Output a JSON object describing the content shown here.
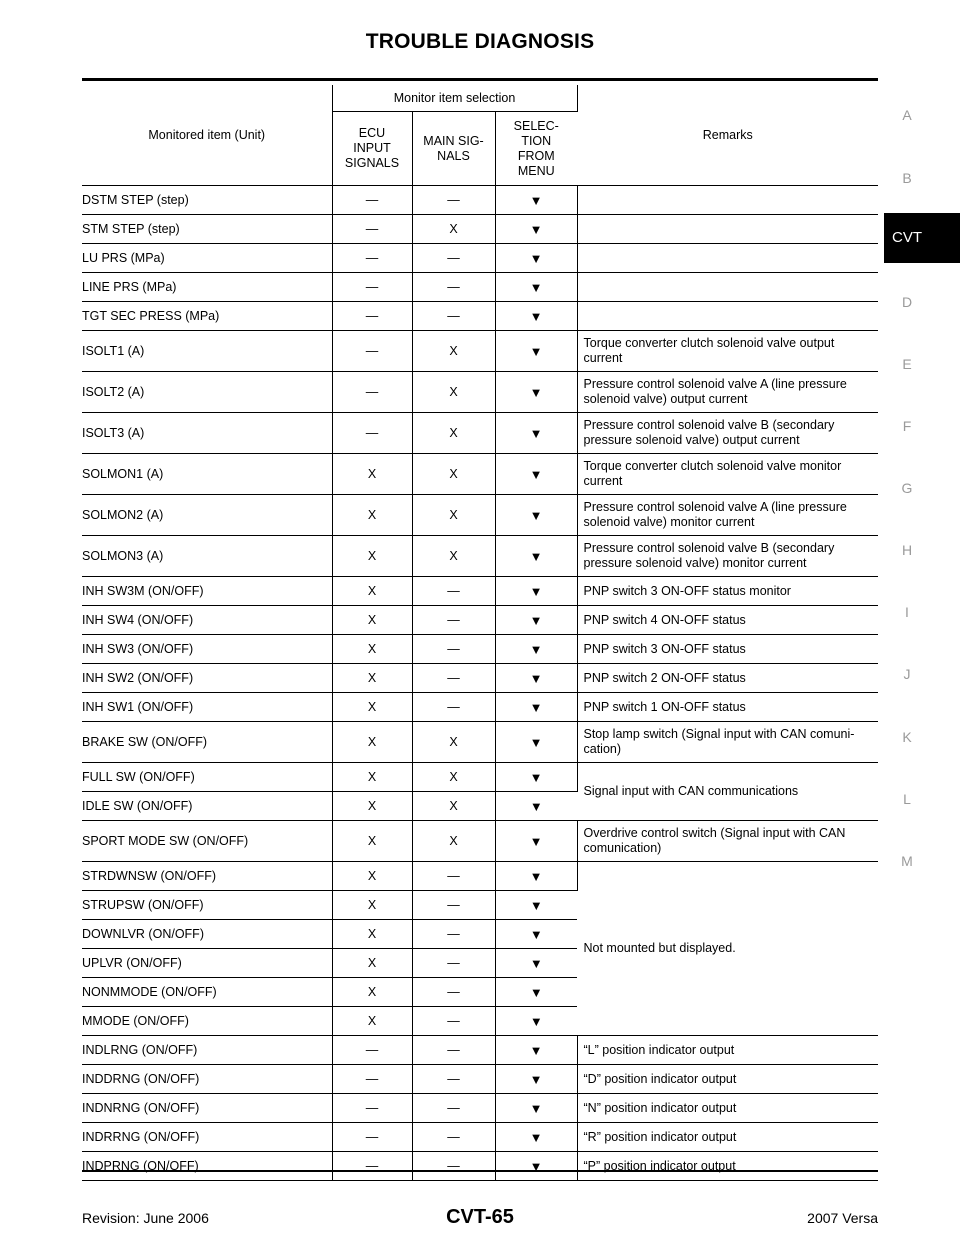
{
  "page_title": "TROUBLE DIAGNOSIS",
  "header": {
    "monitored_item": "Monitored item (Unit)",
    "monitor_item_selection": "Monitor item selection",
    "ecu_input_signals": "ECU\nINPUT\nSIGNALS",
    "main_signals": "MAIN SIG-\nNALS",
    "selection_from_menu": "SELEC-\nTION\nFROM\nMENU",
    "remarks": "Remarks"
  },
  "rows": [
    {
      "item": "DSTM STEP (step)",
      "ecu": "—",
      "main": "—",
      "sel": "▼",
      "remarks": ""
    },
    {
      "item": "STM STEP (step)",
      "ecu": "—",
      "main": "X",
      "sel": "▼",
      "remarks": ""
    },
    {
      "item": "LU PRS (MPa)",
      "ecu": "—",
      "main": "—",
      "sel": "▼",
      "remarks": ""
    },
    {
      "item": "LINE PRS (MPa)",
      "ecu": "—",
      "main": "—",
      "sel": "▼",
      "remarks": ""
    },
    {
      "item": "TGT SEC PRESS (MPa)",
      "ecu": "—",
      "main": "—",
      "sel": "▼",
      "remarks": ""
    },
    {
      "item": "ISOLT1 (A)",
      "ecu": "—",
      "main": "X",
      "sel": "▼",
      "remarks": "Torque converter clutch solenoid valve output current"
    },
    {
      "item": "ISOLT2 (A)",
      "ecu": "—",
      "main": "X",
      "sel": "▼",
      "remarks": "Pressure control solenoid valve A (line pressure solenoid valve) output current"
    },
    {
      "item": "ISOLT3 (A)",
      "ecu": "—",
      "main": "X",
      "sel": "▼",
      "remarks": "Pressure control solenoid valve B (secondary pressure solenoid valve) output current"
    },
    {
      "item": "SOLMON1 (A)",
      "ecu": "X",
      "main": "X",
      "sel": "▼",
      "remarks": "Torque converter clutch solenoid valve monitor current"
    },
    {
      "item": "SOLMON2 (A)",
      "ecu": "X",
      "main": "X",
      "sel": "▼",
      "remarks": "Pressure control solenoid valve A (line pressure solenoid valve) monitor current"
    },
    {
      "item": "SOLMON3 (A)",
      "ecu": "X",
      "main": "X",
      "sel": "▼",
      "remarks": "Pressure control solenoid valve B (secondary pressure solenoid valve) monitor current"
    },
    {
      "item": "INH SW3M (ON/OFF)",
      "ecu": "X",
      "main": "—",
      "sel": "▼",
      "remarks": "PNP switch 3 ON-OFF status monitor"
    },
    {
      "item": "INH SW4 (ON/OFF)",
      "ecu": "X",
      "main": "—",
      "sel": "▼",
      "remarks": "PNP switch 4 ON-OFF status"
    },
    {
      "item": "INH SW3 (ON/OFF)",
      "ecu": "X",
      "main": "—",
      "sel": "▼",
      "remarks": "PNP switch 3 ON-OFF status"
    },
    {
      "item": "INH SW2 (ON/OFF)",
      "ecu": "X",
      "main": "—",
      "sel": "▼",
      "remarks": "PNP switch 2 ON-OFF status"
    },
    {
      "item": "INH SW1 (ON/OFF)",
      "ecu": "X",
      "main": "—",
      "sel": "▼",
      "remarks": "PNP switch 1 ON-OFF status"
    },
    {
      "item": "BRAKE SW (ON/OFF)",
      "ecu": "X",
      "main": "X",
      "sel": "▼",
      "remarks": "Stop lamp switch (Signal input with CAN comuni- cation)"
    },
    {
      "item": "FULL SW (ON/OFF)",
      "ecu": "X",
      "main": "X",
      "sel": "▼",
      "remarks": "Signal input with CAN communications"
    },
    {
      "item": "IDLE SW (ON/OFF)",
      "ecu": "X",
      "main": "X",
      "sel": "▼",
      "remarks": ""
    },
    {
      "item": "SPORT MODE SW (ON/OFF)",
      "ecu": "X",
      "main": "X",
      "sel": "▼",
      "remarks": "Overdrive control switch (Signal input with CAN comunication)"
    },
    {
      "item": "STRDWNSW (ON/OFF)",
      "ecu": "X",
      "main": "—",
      "sel": "▼",
      "remarks": "Not mounted but displayed."
    },
    {
      "item": "STRUPSW (ON/OFF)",
      "ecu": "X",
      "main": "—",
      "sel": "▼",
      "remarks": ""
    },
    {
      "item": "DOWNLVR (ON/OFF)",
      "ecu": "X",
      "main": "—",
      "sel": "▼",
      "remarks": ""
    },
    {
      "item": "UPLVR (ON/OFF)",
      "ecu": "X",
      "main": "—",
      "sel": "▼",
      "remarks": ""
    },
    {
      "item": "NONMMODE (ON/OFF)",
      "ecu": "X",
      "main": "—",
      "sel": "▼",
      "remarks": ""
    },
    {
      "item": "MMODE (ON/OFF)",
      "ecu": "X",
      "main": "—",
      "sel": "▼",
      "remarks": ""
    },
    {
      "item": "INDLRNG (ON/OFF)",
      "ecu": "—",
      "main": "—",
      "sel": "▼",
      "remarks": "“L” position indicator output"
    },
    {
      "item": "INDDRNG (ON/OFF)",
      "ecu": "—",
      "main": "—",
      "sel": "▼",
      "remarks": "“D” position indicator output"
    },
    {
      "item": "INDNRNG (ON/OFF)",
      "ecu": "—",
      "main": "—",
      "sel": "▼",
      "remarks": "“N” position indicator output"
    },
    {
      "item": "INDRRNG (ON/OFF)",
      "ecu": "—",
      "main": "—",
      "sel": "▼",
      "remarks": "“R” position indicator output"
    },
    {
      "item": "INDPRNG (ON/OFF)",
      "ecu": "—",
      "main": "—",
      "sel": "▼",
      "remarks": "“P” position indicator output"
    }
  ],
  "side_index": [
    "A",
    "B",
    "CVT",
    "D",
    "E",
    "F",
    "G",
    "H",
    "I",
    "J",
    "K",
    "L",
    "M"
  ],
  "active_section": "CVT",
  "footer": {
    "revision": "Revision: June 2006",
    "page_number": "CVT-65",
    "model": "2007 Versa"
  }
}
